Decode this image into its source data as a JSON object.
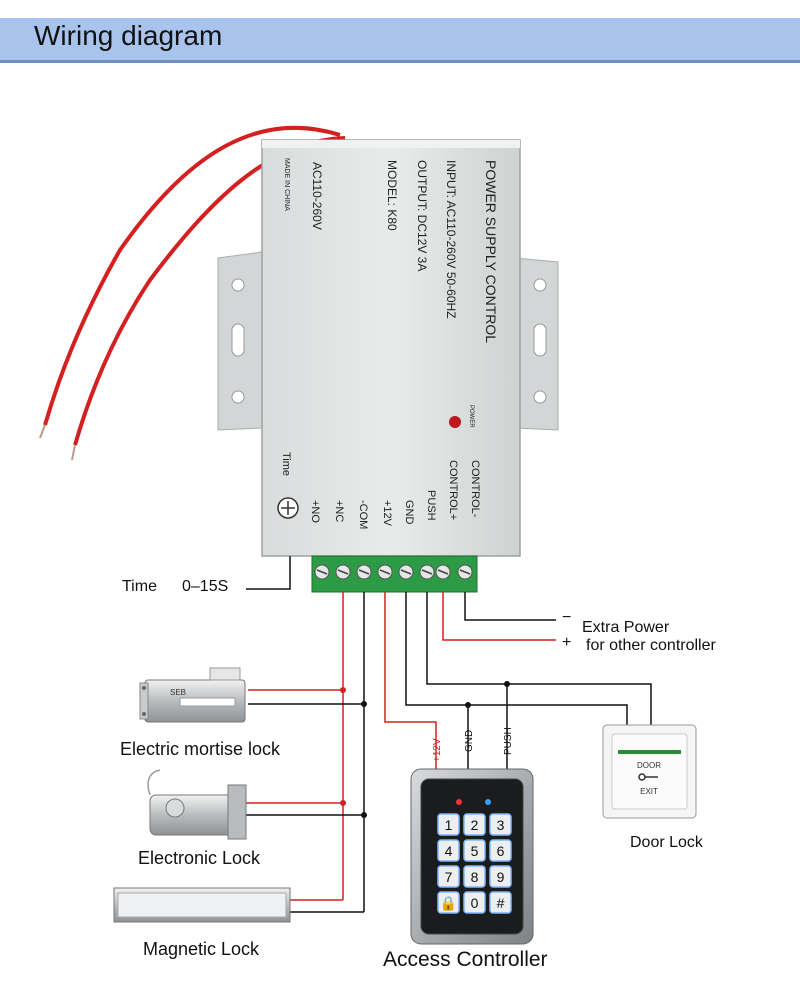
{
  "header": {
    "title": "Wiring diagram"
  },
  "psu": {
    "title": "POWER SUPPLY CONTROL",
    "input": "INPUT: AC110-260V 50-60HZ",
    "output": "OUTPUT: DC12V 3A",
    "model": "MODEL: K80",
    "ac_label": "AC110-260V",
    "origin": "MADE IN CHINA",
    "power_led_label": "POWER",
    "time_label": "Time",
    "terminals": [
      "+NO",
      "+NC",
      "-COM",
      "+12V",
      "GND",
      "PUSH",
      "CONTROL+",
      "CONTROL-"
    ]
  },
  "annotations": {
    "time_range_label": "Time",
    "time_range_value": "0–15S",
    "extra_power_minus": "−",
    "extra_power": "Extra Power",
    "extra_power_plus": "+",
    "for_other_controller": "for other controller"
  },
  "devices": {
    "mortise_lock": "Electric mortise lock",
    "electronic_lock": "Electronic Lock",
    "magnetic_lock": "Magnetic Lock",
    "door_lock": "Door Lock",
    "access_controller": "Access Controller",
    "exit_button_top": "DOOR",
    "exit_button_bottom": "EXIT",
    "mortise_brand": "SEB"
  },
  "keypad": {
    "wire_labels": [
      "+12V",
      "GND",
      "PUSH"
    ],
    "keys": [
      "1",
      "2",
      "3",
      "4",
      "5",
      "6",
      "7",
      "8",
      "9",
      "🔒",
      "0",
      "#"
    ]
  },
  "colors": {
    "header_bg": "#a8c4ec",
    "red_wire": "#d42020",
    "black_wire": "#111111",
    "terminal_green": "#2d9a45"
  }
}
